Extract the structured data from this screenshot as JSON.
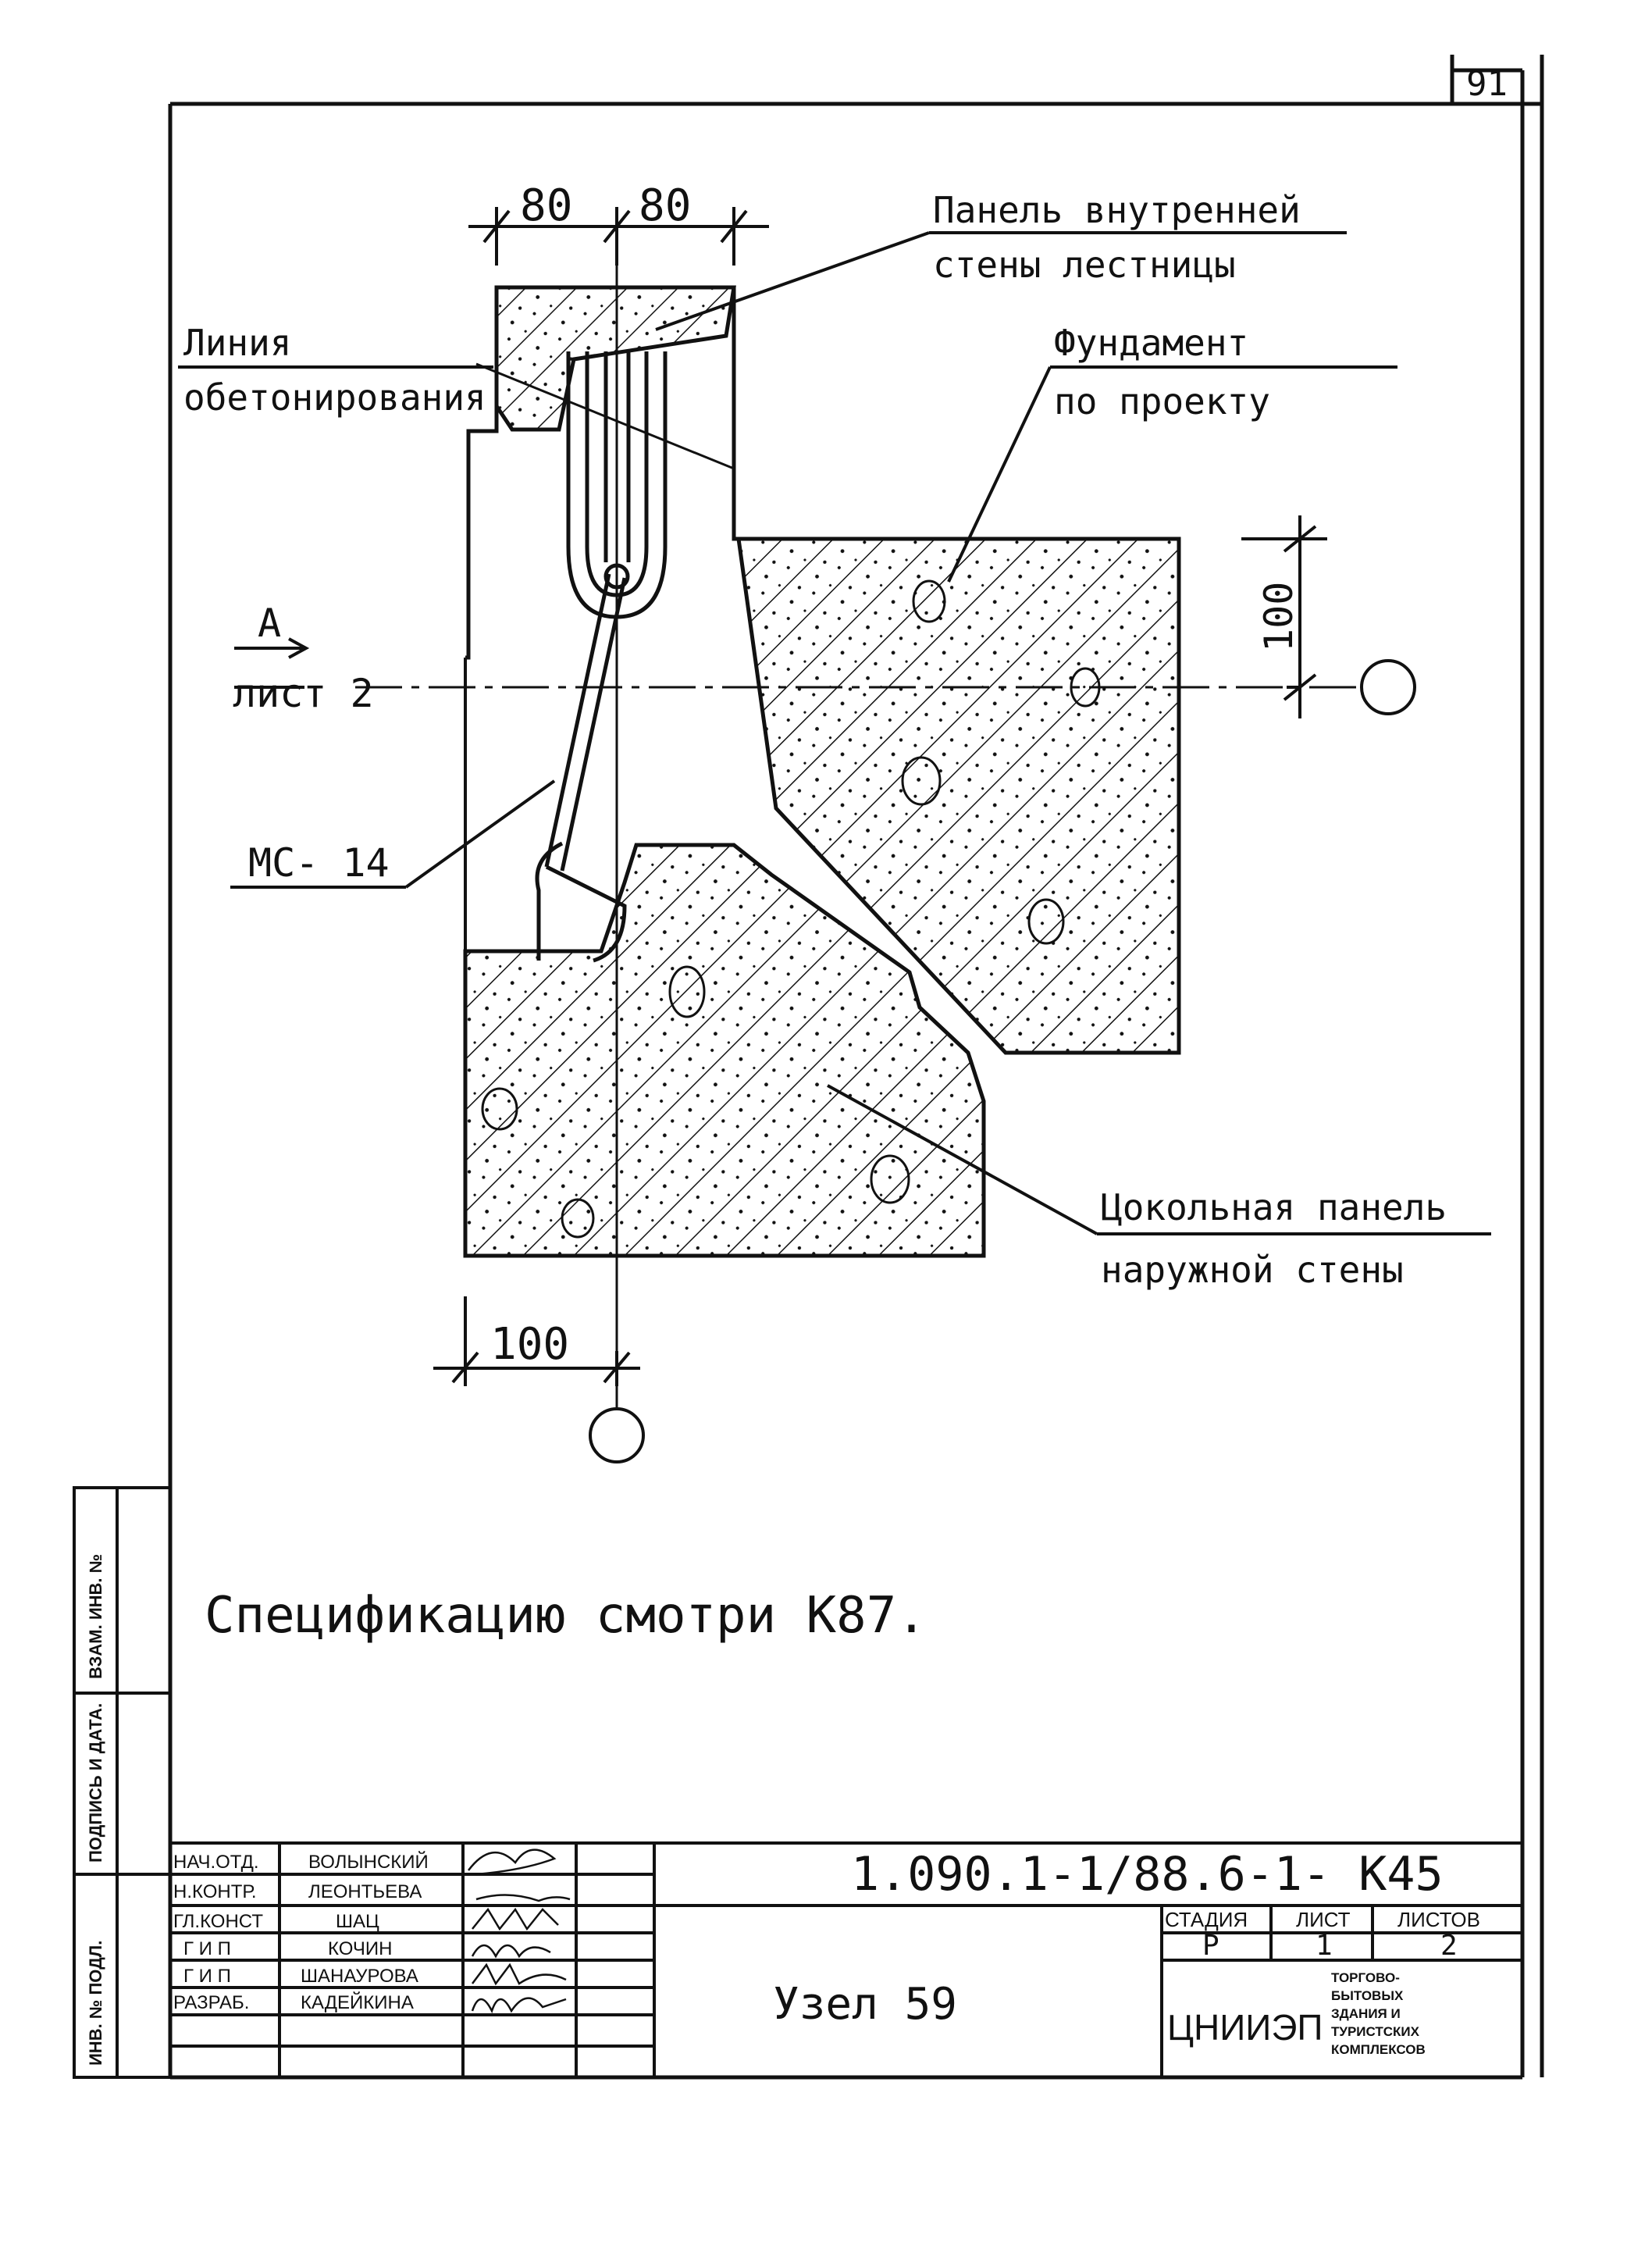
{
  "page_number": "91",
  "labels": {
    "dim_80_left": "80",
    "dim_80_right": "80",
    "dim_100_right": "100",
    "dim_100_bottom": "100",
    "inner_panel_line1": "Панель внутренней",
    "inner_panel_line2": "стены лестницы",
    "concrete_line1": "Линия",
    "concrete_line2": "обетонирования",
    "foundation_line1": "Фундамент",
    "foundation_line2": "по проекту",
    "section_letter": "А",
    "section_sheet": "лист 2",
    "bracket": "МС- 14",
    "plinth_line1": "Цокольная панель",
    "plinth_line2": "наружной стены",
    "spec_note": "Спецификацию смотри К87."
  },
  "side_stamp": {
    "inv_orig": "ИНВ. № ПОДЛ.",
    "sign_date": "ПОДПИСЬ И ДАТА.",
    "repl_inv": "ВЗАМ. ИНВ. №"
  },
  "title_block": {
    "doc_code": "1.090.1-1/88.6-1- К45",
    "drawing_title": "Узел 59",
    "stage_header": "СТАДИЯ",
    "sheet_header": "ЛИСТ",
    "sheets_header": "ЛИСТОВ",
    "stage": "Р",
    "sheet": "1",
    "sheets": "2",
    "org": "ЦНИИЭП",
    "org_note_1": "ТОРГОВО-",
    "org_note_2": "БЫТОВЫХ",
    "org_note_3": "ЗДАНИЯ И",
    "org_note_4": "ТУРИСТСКИХ",
    "org_note_5": "КОМПЛЕКСОВ",
    "signatories": [
      {
        "role": "НАЧ.ОТД.",
        "name": "ВОЛЫНСКИЙ"
      },
      {
        "role": "Н.КОНТР.",
        "name": "ЛЕОНТЬЕВА"
      },
      {
        "role": "ГЛ.КОНСТ",
        "name": "ШАЦ"
      },
      {
        "role": "Г И П",
        "name": "КОЧИН"
      },
      {
        "role": "Г И П",
        "name": "ШАНАУРОВА"
      },
      {
        "role": "РАЗРАБ.",
        "name": "КАДЕЙКИНА"
      }
    ]
  }
}
